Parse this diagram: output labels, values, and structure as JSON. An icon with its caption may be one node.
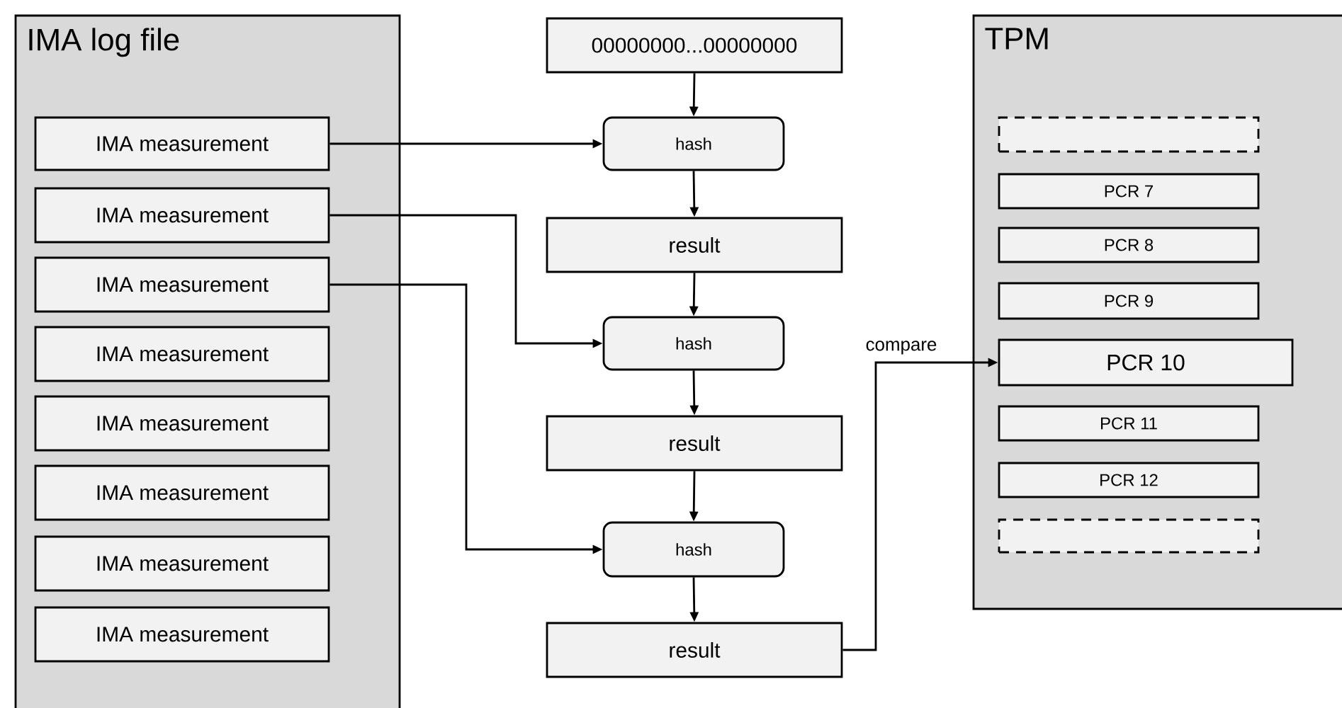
{
  "diagram": {
    "nodes": [
      {
        "text": [
          "IMA log file"
        ]
      },
      {
        "text": [
          "IMA measurement"
        ],
        "in": 0
      },
      {
        "text": [
          "IMA measurement"
        ],
        "in": 0
      },
      {
        "text": [
          "IMA measurement"
        ],
        "in": 0
      },
      {
        "text": [
          "IMA measurement"
        ],
        "in": 0
      },
      {
        "text": [
          "IMA measurement"
        ],
        "in": 0
      },
      {
        "text": [
          "IMA measurement"
        ],
        "in": 0
      },
      {
        "text": [
          "IMA measurement"
        ],
        "in": 0
      },
      {
        "text": [
          "IMA measurement"
        ],
        "in": 0
      },
      {
        "text": [
          "00000000...00000000"
        ]
      },
      {
        "text": [
          "hash"
        ]
      },
      {
        "text": [
          "result"
        ]
      },
      {
        "text": [
          "hash"
        ]
      },
      {
        "text": [
          "result"
        ]
      },
      {
        "text": [
          "hash"
        ]
      },
      {
        "text": [
          "result"
        ]
      },
      {
        "text": [
          "TPM"
        ]
      },
      {
        "text": [],
        "shape": "box",
        "in": 16
      },
      {
        "text": [
          "PCR 7"
        ],
        "in": 16
      },
      {
        "text": [
          "PCR 8"
        ],
        "in": 16
      },
      {
        "text": [
          "PCR 9"
        ],
        "in": 16
      },
      {
        "text": [
          "PCR 10"
        ],
        "in": 16
      },
      {
        "text": [
          "PCR 11"
        ],
        "in": 16
      },
      {
        "text": [
          "PCR 12"
        ],
        "in": 16
      },
      {
        "text": [],
        "shape": "box",
        "in": 16
      }
    ],
    "edges": [
      {
        "from": 9,
        "to": 10,
        "arrow": "to"
      },
      {
        "from": 10,
        "to": 11,
        "arrow": "to"
      },
      {
        "from": 11,
        "to": 12,
        "arrow": "to"
      },
      {
        "from": 12,
        "to": 13,
        "arrow": "to"
      },
      {
        "from": 13,
        "to": 14,
        "arrow": "to"
      },
      {
        "from": 14,
        "to": 15,
        "arrow": "to"
      },
      {
        "from": 1,
        "to": 10,
        "arrow": "to"
      },
      {
        "from": 2,
        "to": 12,
        "arrow": "to"
      },
      {
        "from": 3,
        "to": 14,
        "arrow": "to"
      },
      {
        "from": 15,
        "to": 21,
        "arrow": "to",
        "label": "compare"
      }
    ]
  }
}
